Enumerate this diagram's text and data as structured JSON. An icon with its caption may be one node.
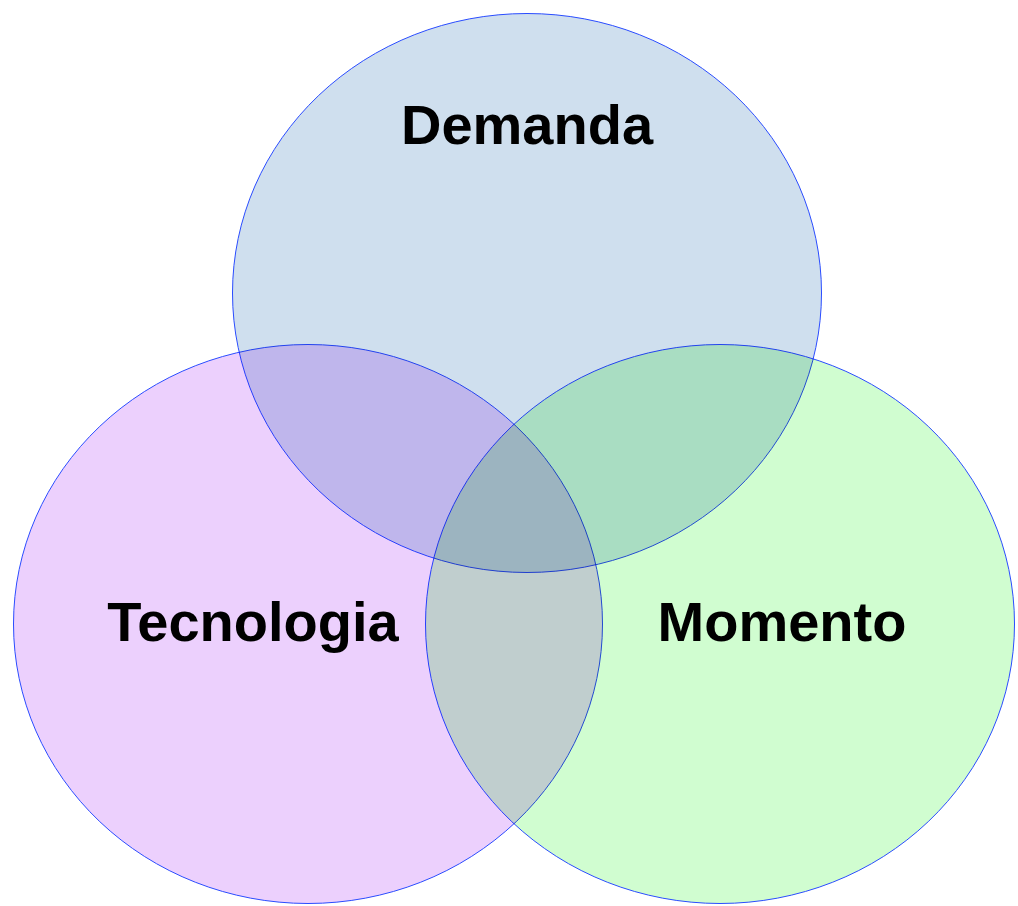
{
  "diagram": {
    "nodes": [
      {
        "text": [
          "Demanda"
        ]
      },
      {
        "text": [
          "Tecnologia"
        ]
      },
      {
        "text": [
          "Momento"
        ]
      }
    ]
  }
}
